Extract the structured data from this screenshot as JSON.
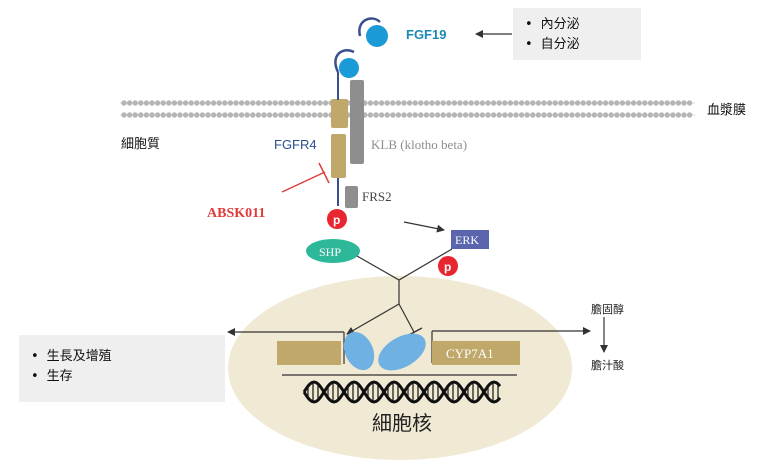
{
  "labels": {
    "fgf19": "FGF19",
    "membrane": "血漿膜",
    "cytoplasm": "細胞質",
    "fgfr4": "FGFR4",
    "klb": "KLB (klotho beta)",
    "abskill": "ABSK011",
    "frs2": "FRS2",
    "p": "p",
    "shp": "SHP",
    "erk": "ERK",
    "nucleus": "細胞核",
    "cyp7a1": "CYP7A1",
    "cholesterol": "膽固醇",
    "bile_acid": "膽汁酸"
  },
  "secretion_box": {
    "items": [
      "內分泌",
      "自分泌"
    ]
  },
  "outcome_box": {
    "items": [
      "生長及增殖",
      "生存"
    ]
  },
  "colors": {
    "fgf19_ball": "#1a9ad6",
    "fgf19_text": "#1b8ab2",
    "fgfr4_text": "#2a4f8f",
    "receptor_tan": "#bfa86a",
    "klb_gray": "#8e8e8e",
    "inhibitor_red": "#e03a3a",
    "phospho_red": "#e8262f",
    "shp_teal": "#2eb89a",
    "erk_purple": "#5b65ad",
    "nucleus_fill": "#f0e9d3",
    "blue_ellipse": "#6eb1e2",
    "membrane_ball": "#b5b5b5",
    "box_bg": "#efefef"
  }
}
